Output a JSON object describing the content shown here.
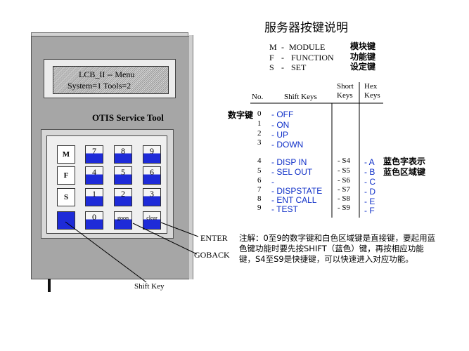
{
  "title": "服务器按键说明",
  "legend": [
    {
      "letter": "M",
      "dash": "-",
      "name": "MODULE",
      "cn": "模块键"
    },
    {
      "letter": "F",
      "dash": "-",
      "name": "FUNCTION",
      "cn": "功能键"
    },
    {
      "letter": "S",
      "dash": "-",
      "name": "SET",
      "cn": "设定键"
    }
  ],
  "table": {
    "headers": {
      "no": "No.",
      "shift": "Shift Keys",
      "short": "Short\nKeys",
      "hex": "Hex\nKeys"
    },
    "numeric_label": "数字键",
    "rows": [
      {
        "no": "0",
        "shift": "- OFF",
        "short": "",
        "hex": ""
      },
      {
        "no": "1",
        "shift": "- ON",
        "short": "",
        "hex": ""
      },
      {
        "no": "2",
        "shift": "- UP",
        "short": "",
        "hex": ""
      },
      {
        "no": "3",
        "shift": "- DOWN",
        "short": "",
        "hex": ""
      },
      {
        "no": "4",
        "shift": "- DISP IN",
        "short": "- S4",
        "hex": "- A"
      },
      {
        "no": "5",
        "shift": "- SEL OUT",
        "short": "- S5",
        "hex": "- B"
      },
      {
        "no": "6",
        "shift": "-",
        "short": "- S6",
        "hex": "- C"
      },
      {
        "no": "7",
        "shift": "- DISPSTATE",
        "short": "- S7",
        "hex": "- D"
      },
      {
        "no": "8",
        "shift": "- ENT CALL",
        "short": "- S8",
        "hex": "- E"
      },
      {
        "no": "9",
        "shift": "- TEST",
        "short": "- S9",
        "hex": "- F"
      }
    ],
    "hex_note_1": "蓝色字表示",
    "hex_note_2": "蓝色区域键"
  },
  "device": {
    "lcd_line1": "LCB_II -- Menu",
    "lcd_line2": "System=1  Tools=2",
    "brand": "OTIS   Service Tool",
    "keys": [
      "M",
      "7",
      "8",
      "9",
      "F",
      "4",
      "5",
      "6",
      "S",
      "1",
      "2",
      "3",
      "",
      "0",
      "goon",
      "clear"
    ]
  },
  "callouts": {
    "enter": "ENTER",
    "goback": "GOBACK",
    "shift": "Shift Key"
  },
  "note": "注解：0至9的数字键和白色区域键是直接键，要起用蓝色键功能时要先按SHIFT（蓝色）键，再按相应功能键，S4至S9是快捷键，可以快速进入对应功能。",
  "colors": {
    "blue_key": "#1e2bd8",
    "blue_text": "#1030c8",
    "device_body": "#a6a6a6"
  }
}
